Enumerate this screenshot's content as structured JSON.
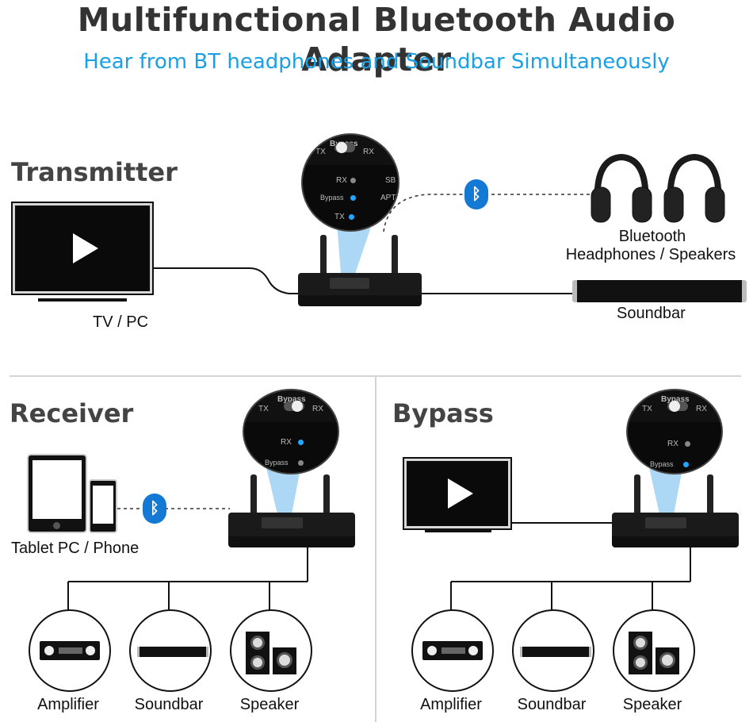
{
  "title": "Multifunctional Bluetooth Audio Adapter",
  "subtitle": "Hear from BT headphones and Soundbar Simultaneously",
  "transmitter": {
    "heading": "Transmitter",
    "tv_label": "TV / PC",
    "headphones_label_1": "Bluetooth",
    "headphones_label_2": "Headphones / Speakers",
    "soundbar_label": "Soundbar",
    "zoom": {
      "bypass": "Bypass",
      "tx": "TX",
      "rx": "RX",
      "led_rx": "RX",
      "led_bypass": "Bypass",
      "led_tx": "TX",
      "sb": "SB",
      "apt": "APT"
    }
  },
  "receiver": {
    "heading": "Receiver",
    "source_label": "Tablet PC / Phone",
    "outputs": [
      "Amplifier",
      "Soundbar",
      "Speaker"
    ],
    "zoom": {
      "bypass": "Bypass",
      "tx": "TX",
      "rx": "RX",
      "led_rx": "RX",
      "led_bypass": "Bypass"
    }
  },
  "bypass": {
    "heading": "Bypass",
    "outputs": [
      "Amplifier",
      "Soundbar",
      "Speaker"
    ],
    "zoom": {
      "bypass": "Bypass",
      "tx": "TX",
      "rx": "RX",
      "led_rx": "RX",
      "led_bypass": "Bypass"
    }
  },
  "colors": {
    "accent": "#1aa0e6",
    "bluetooth": "#1479d4",
    "led_on": "#22a7ff",
    "led_off": "#888888"
  },
  "icons": [
    "play-icon",
    "bluetooth-icon",
    "headphones-icon",
    "amplifier-icon",
    "soundbar-icon",
    "speaker-icon",
    "tablet-icon",
    "phone-icon"
  ]
}
